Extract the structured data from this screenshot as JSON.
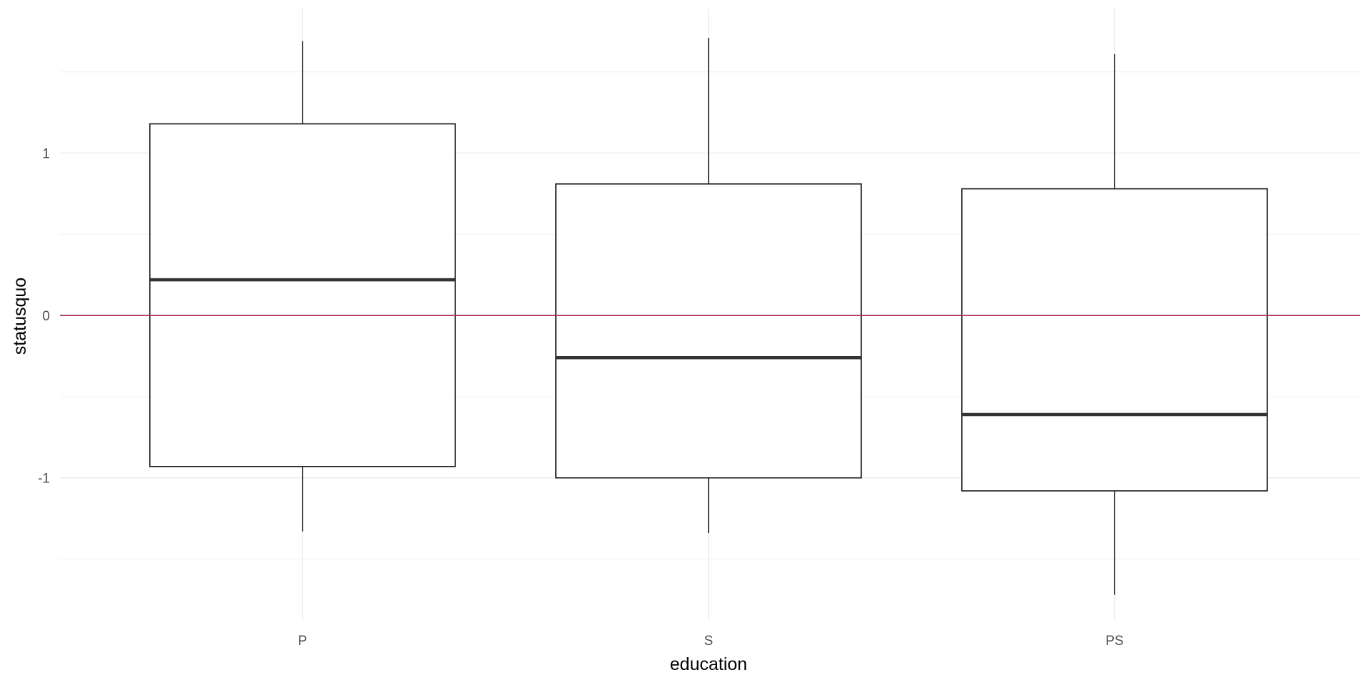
{
  "chart_data": {
    "type": "boxplot",
    "title": "",
    "xlabel": "education",
    "ylabel": "statusquo",
    "categories": [
      "P",
      "S",
      "PS"
    ],
    "boxes": [
      {
        "category": "P",
        "whisker_low": -1.33,
        "q1": -0.93,
        "median": 0.22,
        "q3": 1.18,
        "whisker_high": 1.69
      },
      {
        "category": "S",
        "whisker_low": -1.34,
        "q1": -1.0,
        "median": -0.26,
        "q3": 0.81,
        "whisker_high": 1.71
      },
      {
        "category": "PS",
        "whisker_low": -1.72,
        "q1": -1.08,
        "median": -0.61,
        "q3": 0.78,
        "whisker_high": 1.61
      }
    ],
    "ylim": [
      -1.88,
      1.89
    ],
    "yticks": [
      -1,
      0,
      1
    ],
    "ytick_labels": [
      "-1",
      "0",
      "1"
    ],
    "y_minor_gridlines": [
      -1.5,
      -0.5,
      0.5,
      1.5
    ],
    "reference_line": {
      "y": 0,
      "color": "#b03060"
    },
    "grid": true,
    "legend": "none",
    "colors": {
      "box_fill": "#ffffff",
      "box_stroke": "#1a1a1a",
      "median": "#333333",
      "grid_major": "#ebebeb",
      "grid_minor": "#f3f3f3"
    }
  }
}
